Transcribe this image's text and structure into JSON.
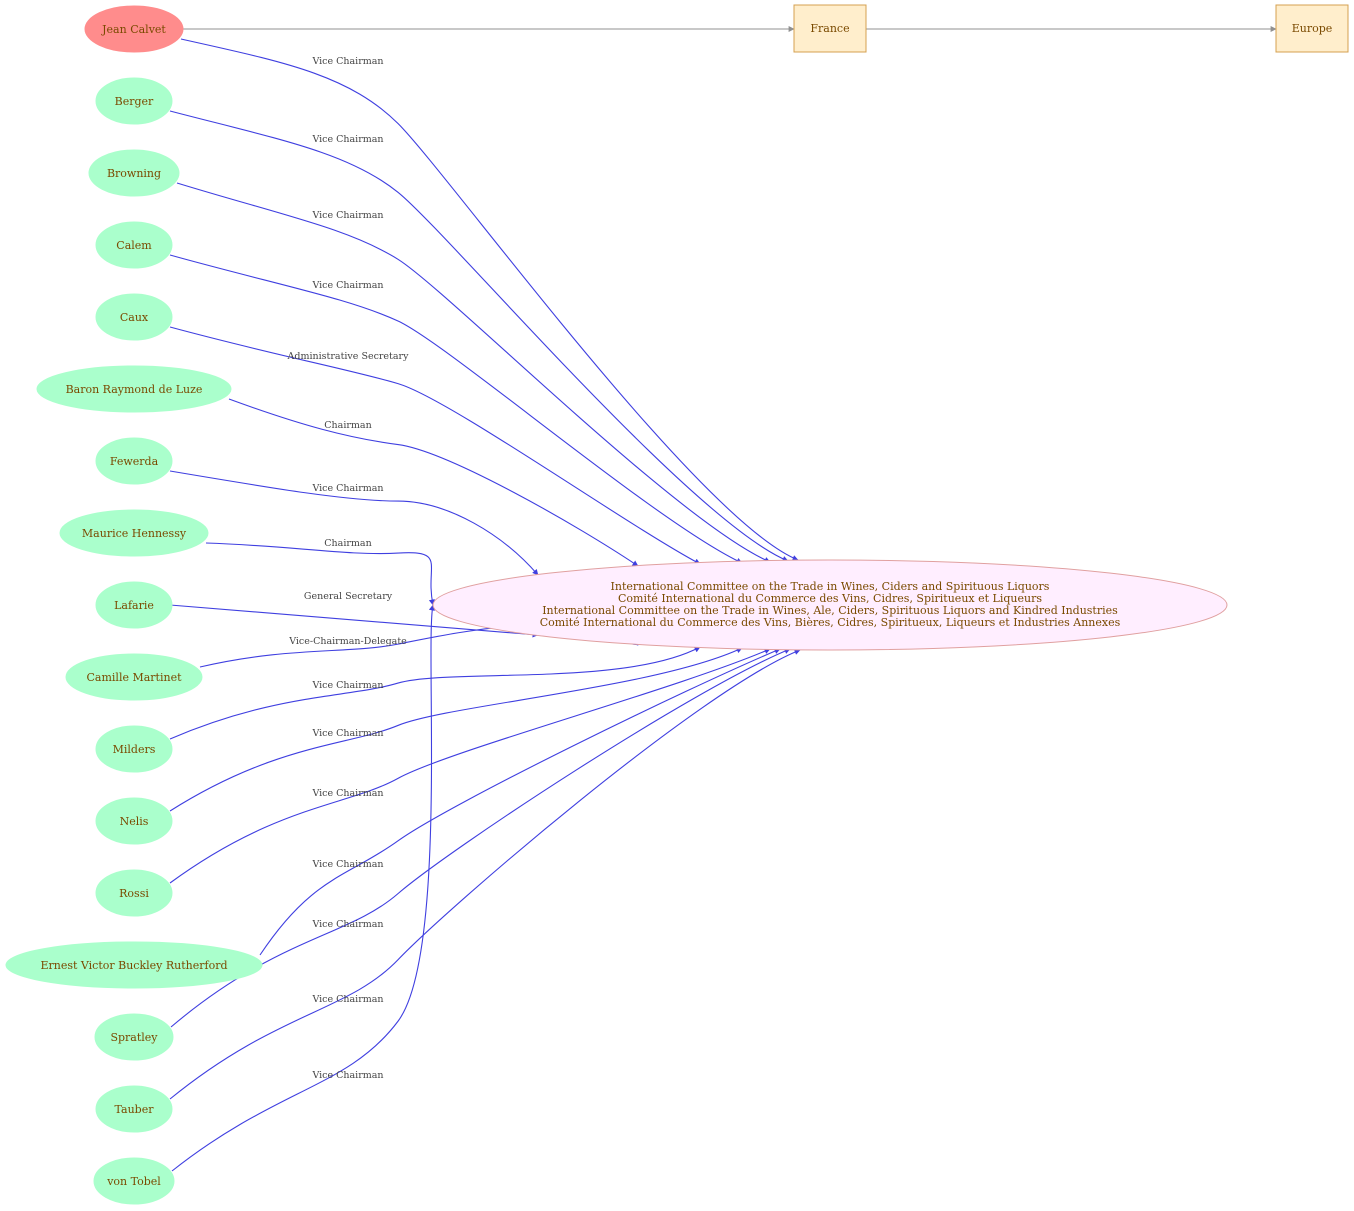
{
  "committee": {
    "lines": [
      "International Committee on the Trade in Wines, Ciders and Spirituous Liquors",
      "Comité International du Commerce des Vins, Cidres, Spiritueux et Liqueurs",
      "International Committee on the Trade in Wines, Ale, Ciders, Spirituous Liquors and Kindred Industries",
      "Comité International du Commerce des Vins, Bières, Cidres, Spiritueux, Liqueurs et Industries Annexes"
    ]
  },
  "places": {
    "france": "France",
    "europe": "Europe"
  },
  "people": [
    {
      "name": "Jean Calvet",
      "role": "Vice Chairman",
      "highlight": true
    },
    {
      "name": "Berger",
      "role": "Vice Chairman"
    },
    {
      "name": "Browning",
      "role": "Vice Chairman"
    },
    {
      "name": "Calem",
      "role": "Vice Chairman"
    },
    {
      "name": "Caux",
      "role": "Administrative Secretary"
    },
    {
      "name": "Baron Raymond  de Luze",
      "role": "Chairman"
    },
    {
      "name": "Fewerda",
      "role": "Vice Chairman"
    },
    {
      "name": "Maurice Hennessy",
      "role": "Chairman"
    },
    {
      "name": "Lafarie",
      "role": "General Secretary"
    },
    {
      "name": "Camille Martinet",
      "role": "Vice-Chairman-Delegate"
    },
    {
      "name": "Milders",
      "role": "Vice Chairman"
    },
    {
      "name": "Nelis",
      "role": "Vice Chairman"
    },
    {
      "name": "Rossi",
      "role": "Vice Chairman"
    },
    {
      "name": "Ernest Victor Buckley  Rutherford",
      "role": "Vice Chairman"
    },
    {
      "name": "Spratley",
      "role": "Vice Chairman"
    },
    {
      "name": "Tauber",
      "role": "Vice Chairman"
    },
    {
      "name": "von Tobel",
      "role": "Vice Chairman"
    }
  ]
}
